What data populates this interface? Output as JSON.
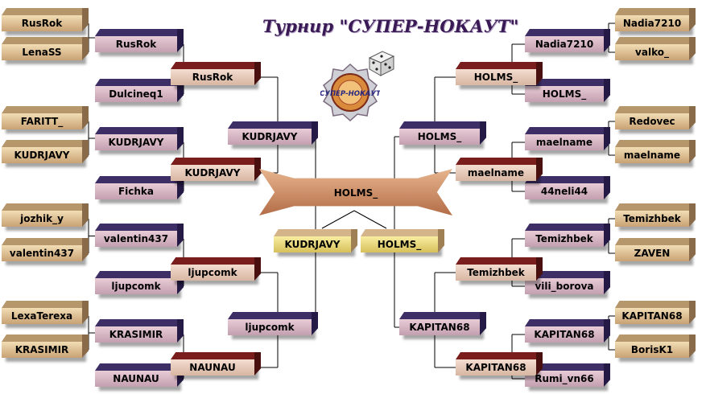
{
  "title": "Турнир \"СУПЕР-НОКАУТ\"",
  "logo": {
    "icon": "super-knockout-logo-icon",
    "text": "СУПЕР-НОКАУТ"
  },
  "left": {
    "r1": [
      "RusRok",
      "LenaSS",
      "FARITT_",
      "KUDRJAVY",
      "jozhik_y",
      "valentin437",
      "LexaTerexa",
      "KRASIMIR"
    ],
    "r2": [
      "RusRok",
      "Dulcineq1",
      "KUDRJAVY",
      "Fichka",
      "valentin437",
      "ljupcomk",
      "KRASIMIR",
      "NAUNAU"
    ],
    "r3": [
      "RusRok",
      "KUDRJAVY",
      "ljupcomk",
      "NAUNAU"
    ],
    "r4": [
      "KUDRJAVY",
      "ljupcomk"
    ],
    "finalist": "KUDRJAVY"
  },
  "right": {
    "r1": [
      "Nadia7210",
      "valko_",
      "Redovec",
      "maelname",
      "Temizhbek",
      "ZAVEN",
      "KAPITAN68",
      "BorisK1"
    ],
    "r2": [
      "Nadia7210",
      "HOLMS_",
      "maelname",
      "44neli44",
      "Temizhbek",
      "vili_borova",
      "KAPITAN68",
      "Rumi_vn66"
    ],
    "r3": [
      "HOLMS_",
      "maelname",
      "Temizhbek",
      "KAPITAN68"
    ],
    "r4": [
      "HOLMS_",
      "KAPITAN68"
    ],
    "finalist": "HOLMS_"
  },
  "champion": "HOLMS_"
}
